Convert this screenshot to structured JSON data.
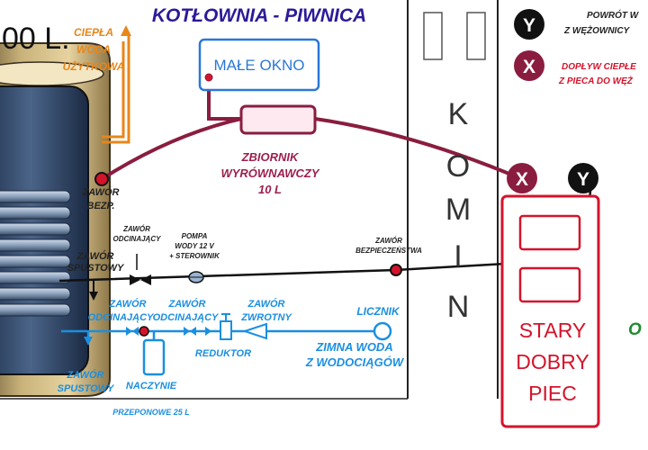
{
  "title": "KOTŁOWNIA - PIWNICA",
  "tank_volume": "00 L.",
  "hot_water": [
    "CIEPŁA",
    "WODA",
    "UŻYTKOWA"
  ],
  "small_window": "MAŁE OKNO",
  "expansion_tank": [
    "ZBIORNIK",
    "WYRÓWNAWCZY",
    "10 L"
  ],
  "safety_valve_left": [
    "ZAWÓR",
    "BEZP."
  ],
  "cutoff_valve_top": [
    "ZAWÓR",
    "ODCINAJĄCY"
  ],
  "pump": [
    "POMPA",
    "WODY 12 V",
    "+ STEROWNIK"
  ],
  "safety_valve_right": [
    "ZAWÓR",
    "BEZPIECZEŃSTWA"
  ],
  "drain_valve_top": [
    "ZAWÓR",
    "SPUSTOWY"
  ],
  "cutoff_valve_1": [
    "ZAWÓR",
    "ODCINAJĄCY"
  ],
  "cutoff_valve_2": [
    "ZAWÓR",
    "ODCINAJĄCY"
  ],
  "check_valve": [
    "ZAWÓR",
    "ZWROTNY"
  ],
  "meter": "LICZNIK",
  "reducer": "REDUKTOR",
  "cold_water": [
    "ZIMNA WODA",
    "Z WODOCIĄGÓW"
  ],
  "drain_valve_bottom": [
    "ZAWÓR",
    "SPUSTOWY"
  ],
  "vessel": "NACZYNIE",
  "vessel_desc": "PRZEPONOWE 25 L",
  "chimney_letters": [
    "K",
    "O",
    "M",
    "I",
    "N"
  ],
  "boiler": [
    "STARY",
    "DOBRY",
    "PIEC"
  ],
  "legend": {
    "y_marker": "Y",
    "y_text": [
      "POWRÓT W",
      "Z WĘŻOWNICY"
    ],
    "x_marker": "X",
    "x_text": [
      "DOPŁYW CIEPŁE",
      "Z PIECA DO WĘŻ"
    ]
  },
  "marker_x": "X",
  "marker_y": "Y",
  "edge_text": "O",
  "colors": {
    "title": "#2b1a99",
    "hot_pipe": "#e8861a",
    "cold_pipe": "#1a8fe0",
    "heating_pipe": "#8a1d3f",
    "accent_red": "#d3142b",
    "window_blue": "#2a78d6"
  }
}
